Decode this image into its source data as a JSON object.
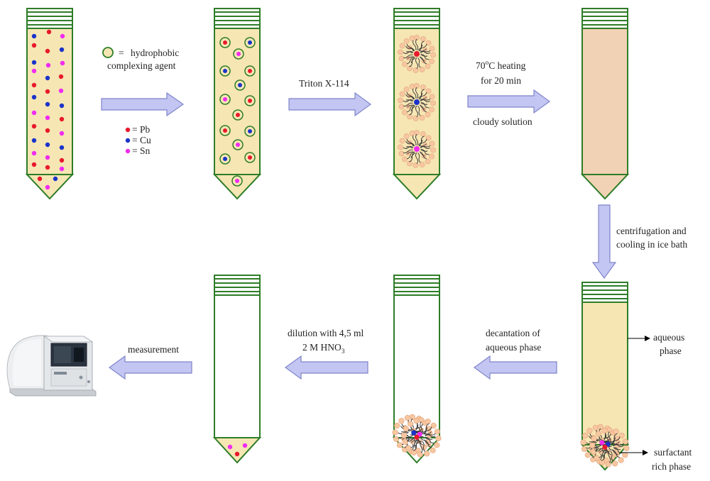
{
  "legend": {
    "agent_eq": "=",
    "agent_label_line1": "hydrophobic",
    "agent_label_line2": "complexing agent",
    "items": [
      {
        "label": "= Pb",
        "color": "#e8192c"
      },
      {
        "label": "= Cu",
        "color": "#1c33c9"
      },
      {
        "label": "= Sn",
        "color": "#f12bf0"
      }
    ]
  },
  "steps": {
    "triton": "Triton X-114",
    "heating_line1_prefix": "70",
    "heating_line1_sup": "o",
    "heating_line1_suffix": "C heating",
    "heating_line2": "for 20 min",
    "cloudy": "cloudy solution",
    "centrifugation_line1": "centrifugation and",
    "centrifugation_line2": "cooling in ice bath",
    "decantation_line1": "decantation of",
    "decantation_line2": "aqueous phase",
    "dilution_line1": "dilution with 4,5 ml",
    "dilution_line2_prefix": "2 M HNO",
    "dilution_line2_sub": "3",
    "measurement": "measurement"
  },
  "phases": {
    "aqueous_line1": "aqueous",
    "aqueous_line2": "phase",
    "surfactant_line1": "surfactant",
    "surfactant_line2": "rich phase"
  },
  "colors": {
    "tube_outline": "#2e7d27",
    "liquid": "#f6e6b4",
    "cloudy_liquid": "#f2d2b5",
    "arrow_fill": "#c3c6f2",
    "arrow_stroke": "#7f84c9",
    "micelle_head": "#f7c7a1",
    "pb": "#e8192c",
    "cu": "#1c33c9",
    "sn": "#f12bf0"
  },
  "icons": {
    "instrument": "spectrometer-icon"
  }
}
